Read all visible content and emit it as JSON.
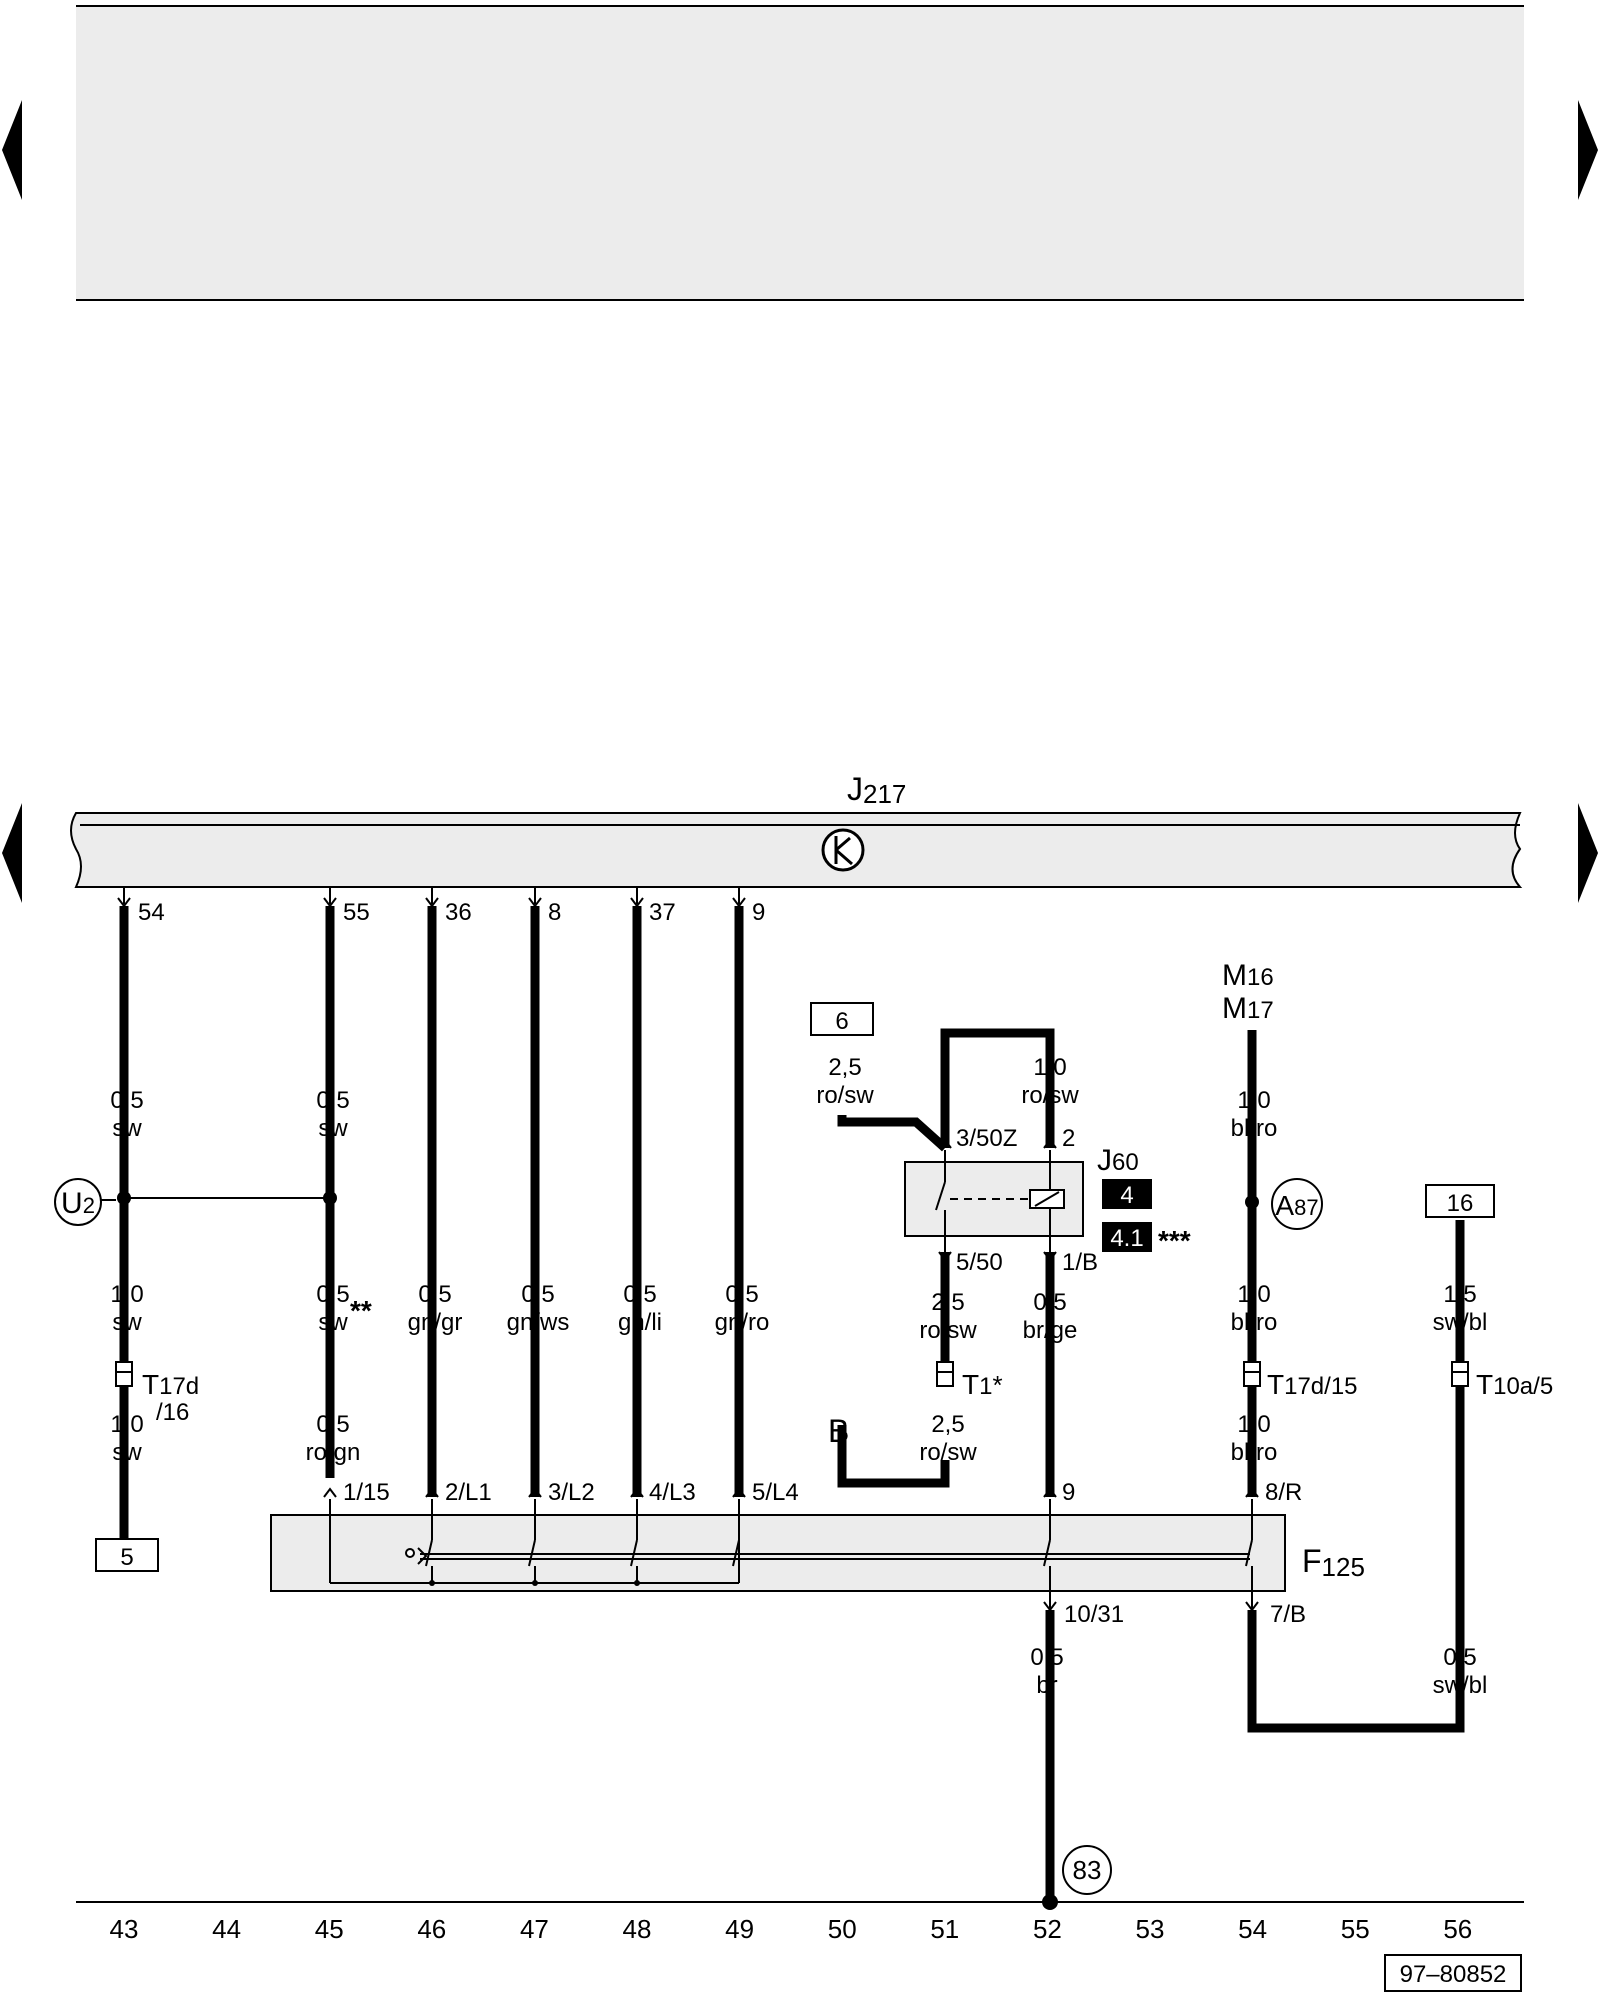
{
  "components": {
    "j217": {
      "letter": "J",
      "number": "217"
    },
    "j60": {
      "letter": "J",
      "number": "60"
    },
    "f125": {
      "letter": "F",
      "number": "125"
    },
    "m16": {
      "letter": "M",
      "number": "16"
    },
    "m17": {
      "letter": "M",
      "number": "17"
    },
    "u2": {
      "letter": "U",
      "number": "2"
    },
    "a87": {
      "letter": "A",
      "number": "87"
    },
    "t17d_16": {
      "letter": "T",
      "number": "17d",
      "suffix": "/16"
    },
    "t17d_15": {
      "letter": "T",
      "number": "17d/15"
    },
    "t10a_5": {
      "letter": "T",
      "number": "10a/5"
    },
    "t1": {
      "letter": "T",
      "number": "1",
      "mark": "*"
    }
  },
  "pins": {
    "j217_54": "54",
    "j217_55": "55",
    "j217_36": "36",
    "j217_8": "8",
    "j217_37": "37",
    "j217_9": "9",
    "j60_3_50z": "3/50Z",
    "j60_2": "2",
    "j60_5_50": "5/50",
    "j60_1_b": "1/B",
    "f125_1_15": "1/15",
    "f125_2_l1": "2/L1",
    "f125_3_l2": "3/L2",
    "f125_4_l3": "4/L3",
    "f125_5_l4": "5/L4",
    "f125_9": "9",
    "f125_8_r": "8/R",
    "f125_10_31": "10/31",
    "f125_7_b": "7/B"
  },
  "wires": {
    "w54_upper": {
      "size": "0,5",
      "color": "sw"
    },
    "w55_upper": {
      "size": "0,5",
      "color": "sw"
    },
    "w43_mid": {
      "size": "1,0",
      "color": "sw"
    },
    "w45_mid": {
      "size": "0,5",
      "color": "sw",
      "mark": "**"
    },
    "w46": {
      "size": "0,5",
      "color": "gn/gr"
    },
    "w47": {
      "size": "0,5",
      "color": "gn/ws"
    },
    "w48": {
      "size": "0,5",
      "color": "gn/li"
    },
    "w49": {
      "size": "0,5",
      "color": "gn/ro"
    },
    "w43_low": {
      "size": "1,0",
      "color": "sw"
    },
    "w45_low": {
      "size": "0,5",
      "color": "ro/gn"
    },
    "w6": {
      "size": "2,5",
      "color": "ro/sw"
    },
    "w52_top": {
      "size": "1,0",
      "color": "ro/sw"
    },
    "w51_mid": {
      "size": "2,5",
      "color": "ro/sw"
    },
    "w51_low": {
      "size": "2,5",
      "color": "ro/sw"
    },
    "w52_mid": {
      "size": "0,5",
      "color": "br/ge"
    },
    "w52_low": {
      "size": "0,5",
      "color": "br"
    },
    "w54_top": {
      "size": "1,0",
      "color": "bl/ro"
    },
    "w54_mid": {
      "size": "1,0",
      "color": "bl/ro"
    },
    "w54_low": {
      "size": "1,0",
      "color": "bl/ro"
    },
    "w56_top": {
      "size": "1,5",
      "color": "sw/bl"
    },
    "w56_low": {
      "size": "0,5",
      "color": "sw/bl"
    }
  },
  "refs": {
    "box_5": "5",
    "box_6": "6",
    "box_16": "16",
    "j60_badge_1": "4",
    "j60_badge_2": "4.1",
    "j60_note": "***",
    "ground_83": "83",
    "label_b": "B"
  },
  "track_numbers": [
    "43",
    "44",
    "45",
    "46",
    "47",
    "48",
    "49",
    "50",
    "51",
    "52",
    "53",
    "54",
    "55",
    "56"
  ],
  "drawing_code": "97–80852",
  "colors": {
    "panel_fill": "#ececec",
    "ink": "#000000"
  }
}
